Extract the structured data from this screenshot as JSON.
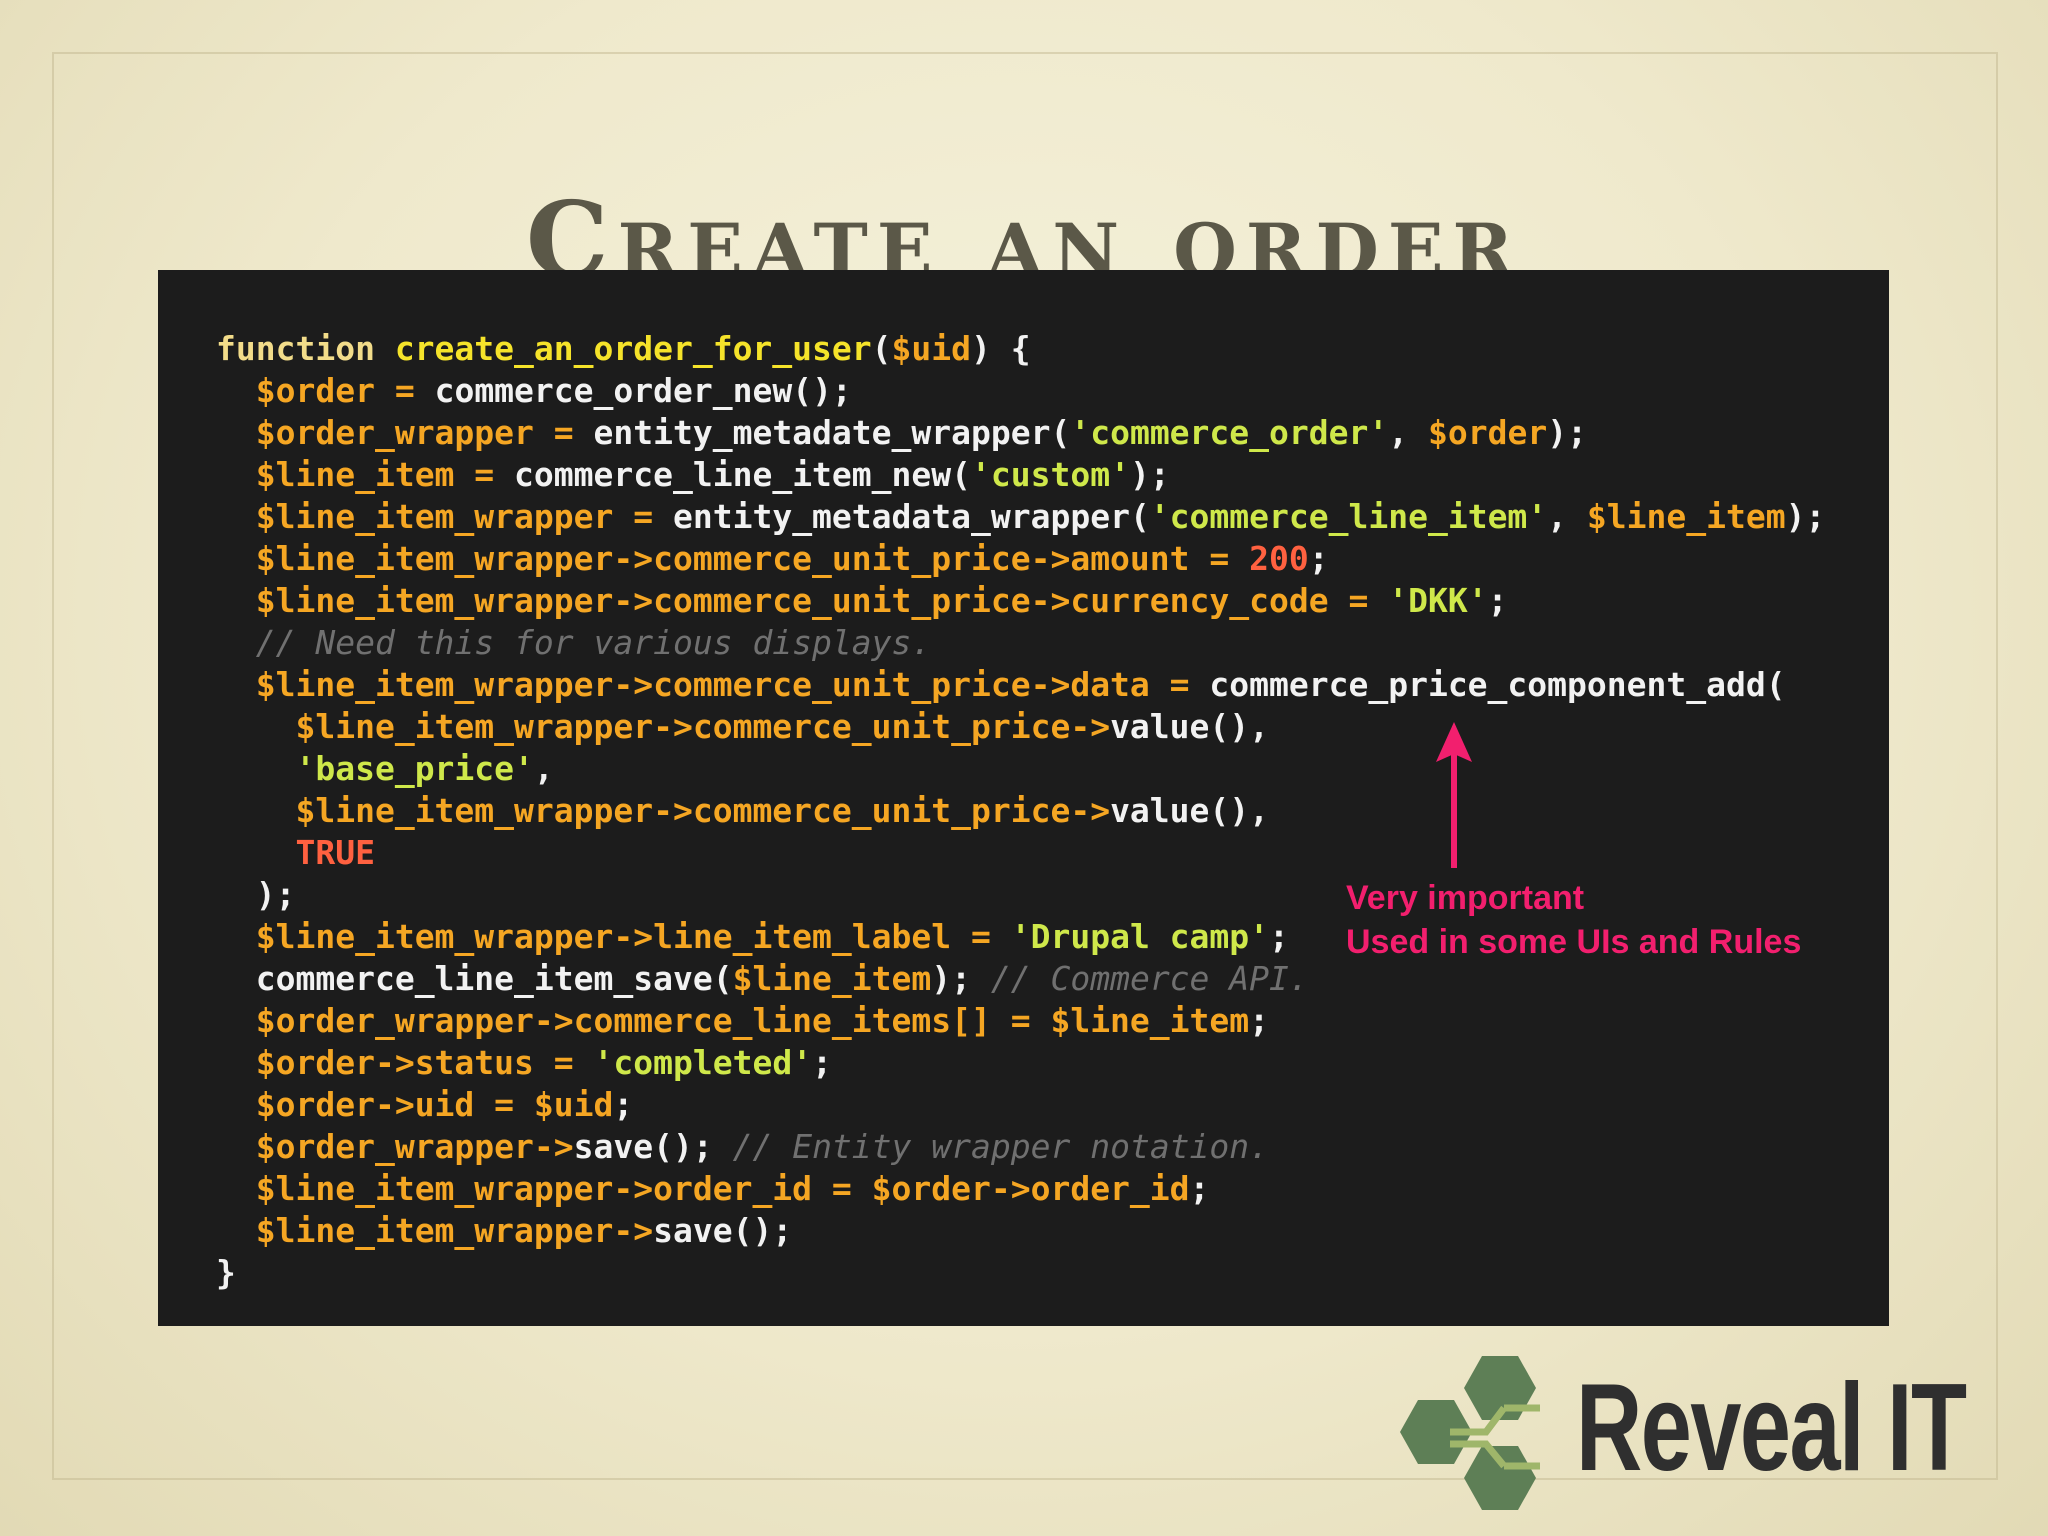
{
  "slide": {
    "title": "Create an order"
  },
  "code": {
    "lines": [
      [
        {
          "t": "function ",
          "c": "kw"
        },
        {
          "t": "create_an_order_for_user",
          "c": "fn"
        },
        {
          "t": "(",
          "c": "plain"
        },
        {
          "t": "$uid",
          "c": "var"
        },
        {
          "t": ") {",
          "c": "plain"
        }
      ],
      [
        {
          "t": "  ",
          "c": "plain"
        },
        {
          "t": "$order",
          "c": "var"
        },
        {
          "t": " = ",
          "c": "var"
        },
        {
          "t": "commerce_order_new();",
          "c": "plain"
        }
      ],
      [
        {
          "t": "  ",
          "c": "plain"
        },
        {
          "t": "$order_wrapper",
          "c": "var"
        },
        {
          "t": " = ",
          "c": "var"
        },
        {
          "t": "entity_metadate_wrapper(",
          "c": "plain"
        },
        {
          "t": "'commerce_order'",
          "c": "str"
        },
        {
          "t": ", ",
          "c": "plain"
        },
        {
          "t": "$order",
          "c": "var"
        },
        {
          "t": ");",
          "c": "plain"
        }
      ],
      [
        {
          "t": "  ",
          "c": "plain"
        },
        {
          "t": "$line_item",
          "c": "var"
        },
        {
          "t": " = ",
          "c": "var"
        },
        {
          "t": "commerce_line_item_new(",
          "c": "plain"
        },
        {
          "t": "'custom'",
          "c": "str"
        },
        {
          "t": ");",
          "c": "plain"
        }
      ],
      [
        {
          "t": "  ",
          "c": "plain"
        },
        {
          "t": "$line_item_wrapper",
          "c": "var"
        },
        {
          "t": " = ",
          "c": "var"
        },
        {
          "t": "entity_metadata_wrapper(",
          "c": "plain"
        },
        {
          "t": "'commerce_line_item'",
          "c": "str"
        },
        {
          "t": ", ",
          "c": "plain"
        },
        {
          "t": "$line_item",
          "c": "var"
        },
        {
          "t": ");",
          "c": "plain"
        }
      ],
      [
        {
          "t": "  ",
          "c": "plain"
        },
        {
          "t": "$line_item_wrapper->commerce_unit_price->amount = ",
          "c": "var"
        },
        {
          "t": "200",
          "c": "num"
        },
        {
          "t": ";",
          "c": "plain"
        }
      ],
      [
        {
          "t": "  ",
          "c": "plain"
        },
        {
          "t": "$line_item_wrapper->commerce_unit_price->currency_code = ",
          "c": "var"
        },
        {
          "t": "'DKK'",
          "c": "str"
        },
        {
          "t": ";",
          "c": "plain"
        }
      ],
      [
        {
          "t": "  ",
          "c": "plain"
        },
        {
          "t": "// Need this for various displays.",
          "c": "comment"
        }
      ],
      [
        {
          "t": "  ",
          "c": "plain"
        },
        {
          "t": "$line_item_wrapper->commerce_unit_price->data = ",
          "c": "var"
        },
        {
          "t": "commerce_price_component_add(",
          "c": "plain"
        }
      ],
      [
        {
          "t": "    ",
          "c": "plain"
        },
        {
          "t": "$line_item_wrapper->commerce_unit_price->",
          "c": "var"
        },
        {
          "t": "value(),",
          "c": "plain"
        }
      ],
      [
        {
          "t": "    ",
          "c": "plain"
        },
        {
          "t": "'base_price'",
          "c": "str"
        },
        {
          "t": ",",
          "c": "plain"
        }
      ],
      [
        {
          "t": "    ",
          "c": "plain"
        },
        {
          "t": "$line_item_wrapper->commerce_unit_price->",
          "c": "var"
        },
        {
          "t": "value(),",
          "c": "plain"
        }
      ],
      [
        {
          "t": "    ",
          "c": "plain"
        },
        {
          "t": "TRUE",
          "c": "num"
        }
      ],
      [
        {
          "t": "  );",
          "c": "plain"
        }
      ],
      [
        {
          "t": "  ",
          "c": "plain"
        },
        {
          "t": "$line_item_wrapper->line_item_label = ",
          "c": "var"
        },
        {
          "t": "'Drupal camp'",
          "c": "str"
        },
        {
          "t": ";",
          "c": "plain"
        }
      ],
      [
        {
          "t": "  ",
          "c": "plain"
        },
        {
          "t": "commerce_line_item_save(",
          "c": "plain"
        },
        {
          "t": "$line_item",
          "c": "var"
        },
        {
          "t": "); ",
          "c": "plain"
        },
        {
          "t": "// Commerce API.",
          "c": "comment"
        }
      ],
      [
        {
          "t": "  ",
          "c": "plain"
        },
        {
          "t": "$order_wrapper->commerce_line_items[] = $line_item",
          "c": "var"
        },
        {
          "t": ";",
          "c": "plain"
        }
      ],
      [
        {
          "t": "  ",
          "c": "plain"
        },
        {
          "t": "$order->status = ",
          "c": "var"
        },
        {
          "t": "'completed'",
          "c": "str"
        },
        {
          "t": ";",
          "c": "plain"
        }
      ],
      [
        {
          "t": "  ",
          "c": "plain"
        },
        {
          "t": "$order->uid = $uid",
          "c": "var"
        },
        {
          "t": ";",
          "c": "plain"
        }
      ],
      [
        {
          "t": "  ",
          "c": "plain"
        },
        {
          "t": "$order_wrapper->",
          "c": "var"
        },
        {
          "t": "save(); ",
          "c": "plain"
        },
        {
          "t": "// Entity wrapper notation.",
          "c": "comment"
        }
      ],
      [
        {
          "t": "  ",
          "c": "plain"
        },
        {
          "t": "$line_item_wrapper->order_id = $order->order_id",
          "c": "var"
        },
        {
          "t": ";",
          "c": "plain"
        }
      ],
      [
        {
          "t": "  ",
          "c": "plain"
        },
        {
          "t": "$line_item_wrapper->",
          "c": "var"
        },
        {
          "t": "save();",
          "c": "plain"
        }
      ],
      [
        {
          "t": "}",
          "c": "plain"
        }
      ]
    ]
  },
  "annotation": {
    "line1": "Very important",
    "line2": "Used in some UIs and Rules"
  },
  "logo": {
    "text": "Reveal IT"
  },
  "colors": {
    "background": "#efe9cc",
    "title": "#5b5848",
    "code_background": "#1c1c1c",
    "keyword": "#f2dc8a",
    "function_name": "#f5e32a",
    "variable": "#f5a623",
    "string": "#cfe84a",
    "number": "#ff6140",
    "comment": "#707070",
    "annotation": "#f21f6e",
    "logo_green": "#5e7f56",
    "logo_text": "#2f2f2f"
  }
}
